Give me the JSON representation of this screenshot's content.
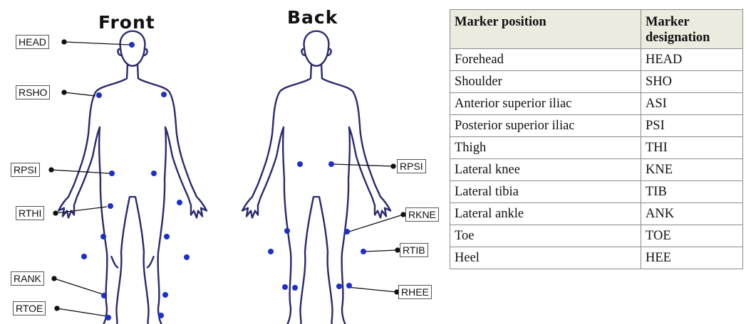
{
  "figure": {
    "front_title": "Front",
    "back_title": "Back",
    "front_labels": [
      "HEAD",
      "RSHO",
      "RPSI",
      "RTHI",
      "RANK",
      "RTOE"
    ],
    "back_labels": [
      "RPSI",
      "RKNE",
      "RTIB",
      "RHEE"
    ],
    "marker_color": "#1b2fc9",
    "outline_color": "#2a2a6e"
  },
  "table": {
    "headers": [
      "Marker position",
      "Marker designation"
    ],
    "rows": [
      [
        "Forehead",
        "HEAD"
      ],
      [
        "Shoulder",
        "SHO"
      ],
      [
        "Anterior superior iliac",
        "ASI"
      ],
      [
        "Posterior superior iliac",
        "PSI"
      ],
      [
        "Thigh",
        "THI"
      ],
      [
        "Lateral knee",
        "KNE"
      ],
      [
        "Lateral tibia",
        "TIB"
      ],
      [
        "Lateral ankle",
        "ANK"
      ],
      [
        "Toe",
        "TOE"
      ],
      [
        "Heel",
        "HEE"
      ]
    ]
  }
}
